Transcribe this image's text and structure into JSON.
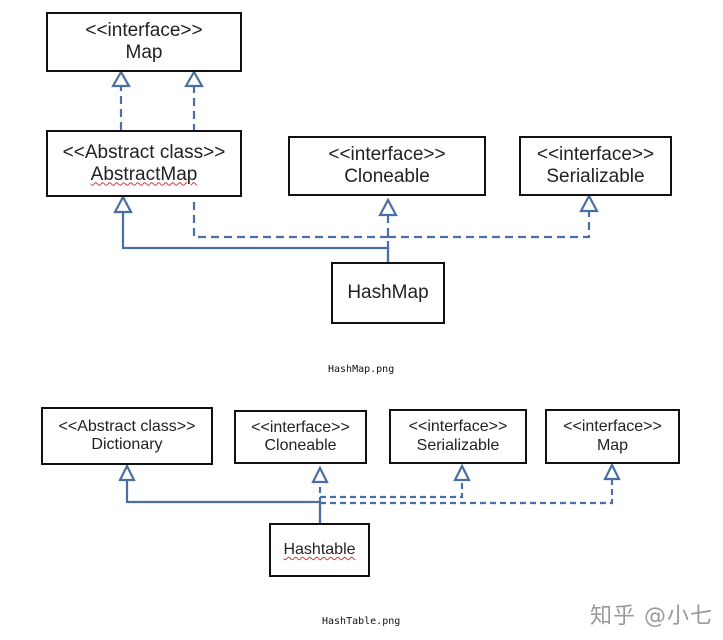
{
  "diagram1": {
    "boxes": {
      "map": {
        "stereotype": "<<interface>>",
        "name": "Map"
      },
      "abstract_map": {
        "stereotype": "<<Abstract class>>",
        "name": "AbstractMap"
      },
      "cloneable": {
        "stereotype": "<<interface>>",
        "name": "Cloneable"
      },
      "serializable": {
        "stereotype": "<<interface>>",
        "name": "Serializable"
      },
      "hashmap": {
        "name": "HashMap"
      }
    },
    "caption": "HashMap.png"
  },
  "diagram2": {
    "boxes": {
      "dictionary": {
        "stereotype": "<<Abstract class>>",
        "name": "Dictionary"
      },
      "cloneable": {
        "stereotype": "<<interface>>",
        "name": "Cloneable"
      },
      "serializable": {
        "stereotype": "<<interface>>",
        "name": "Serializable"
      },
      "map": {
        "stereotype": "<<interface>>",
        "name": "Map"
      },
      "hashtable": {
        "name": "Hashtable"
      }
    },
    "caption": "HashTable.png"
  },
  "watermark": "知乎 @小七",
  "colors": {
    "edge": "#4a6fa5",
    "box_border": "#111111",
    "spellcheck_underline": "#d23a3a"
  }
}
